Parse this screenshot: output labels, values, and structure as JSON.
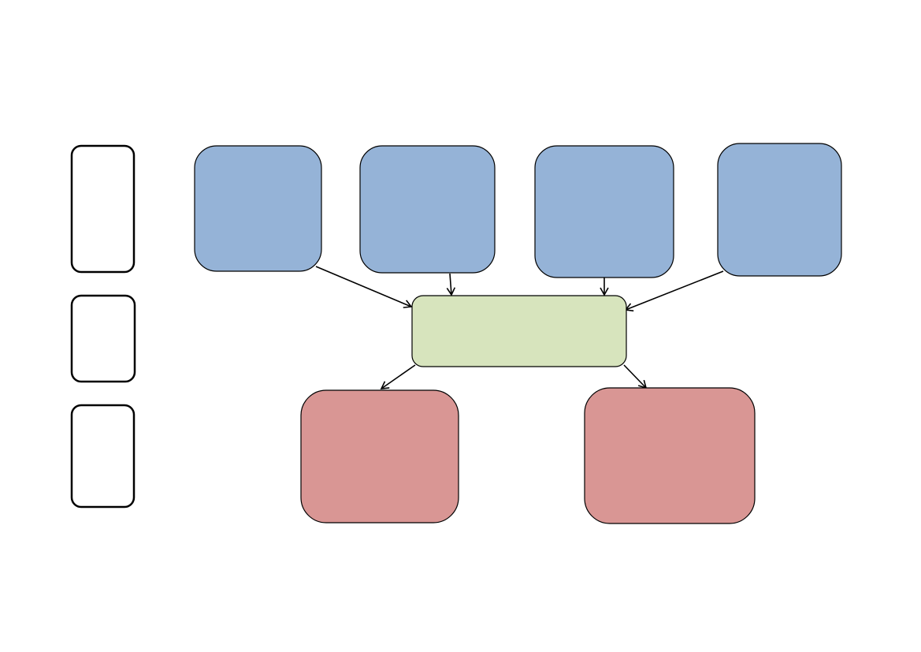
{
  "colors": {
    "background": "#ffffff",
    "input_fill": "#95b3d7",
    "process_fill": "#d7e4bd",
    "output_fill": "#d99694",
    "stroke": "#000000"
  },
  "side_labels": [
    {
      "id": "row-label-top",
      "text": ""
    },
    {
      "id": "row-label-middle",
      "text": ""
    },
    {
      "id": "row-label-bottom",
      "text": ""
    }
  ],
  "inputs": [
    {
      "id": "input-1",
      "text": ""
    },
    {
      "id": "input-2",
      "text": ""
    },
    {
      "id": "input-3",
      "text": ""
    },
    {
      "id": "input-4",
      "text": ""
    }
  ],
  "process": {
    "id": "process",
    "text": ""
  },
  "outputs": [
    {
      "id": "output-1",
      "text": ""
    },
    {
      "id": "output-2",
      "text": ""
    }
  ],
  "connections": [
    {
      "from": "input-1",
      "to": "process"
    },
    {
      "from": "input-2",
      "to": "process"
    },
    {
      "from": "input-3",
      "to": "process"
    },
    {
      "from": "input-4",
      "to": "process"
    },
    {
      "from": "process",
      "to": "output-1"
    },
    {
      "from": "process",
      "to": "output-2"
    }
  ]
}
